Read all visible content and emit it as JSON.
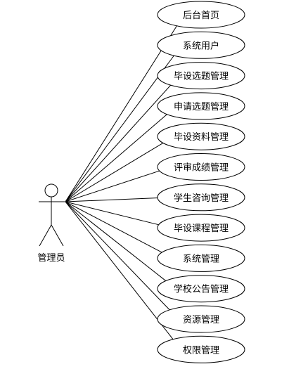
{
  "actor": {
    "label": "管理员"
  },
  "use_cases": [
    {
      "label": "后台首页"
    },
    {
      "label": "系统用户"
    },
    {
      "label": "毕设选题管理"
    },
    {
      "label": "申请选题管理"
    },
    {
      "label": "毕设资料管理"
    },
    {
      "label": "评审成绩管理"
    },
    {
      "label": "学生咨询管理"
    },
    {
      "label": "毕设课程管理"
    },
    {
      "label": "系统管理"
    },
    {
      "label": "学校公告管理"
    },
    {
      "label": "资源管理"
    },
    {
      "label": "权限管理"
    }
  ]
}
